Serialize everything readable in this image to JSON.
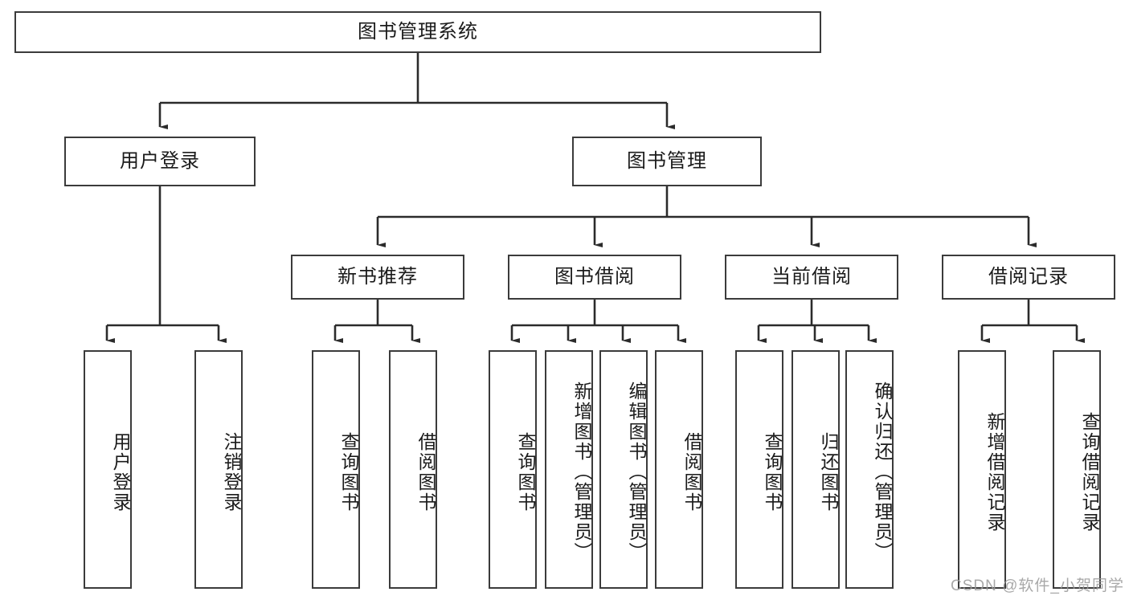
{
  "diagram": {
    "title": "图书管理系统",
    "type": "hierarchy-tree",
    "colors": {
      "box_border": "#3b3b3b",
      "box_fill": "#ffffff",
      "connector": "#2b2b2b",
      "text": "#1b1b1b",
      "watermark": "#9a9a9a"
    },
    "nodes": {
      "root": {
        "label": "图书管理系统",
        "orientation": "horizontal"
      },
      "level2": [
        {
          "id": "user-login",
          "label": "用户登录",
          "orientation": "horizontal"
        },
        {
          "id": "book-management",
          "label": "图书管理",
          "orientation": "horizontal"
        }
      ],
      "level3": [
        {
          "id": "new-book-recommend",
          "label": "新书推荐",
          "orientation": "horizontal"
        },
        {
          "id": "book-borrow",
          "label": "图书借阅",
          "orientation": "horizontal"
        },
        {
          "id": "current-borrow",
          "label": "当前借阅",
          "orientation": "horizontal"
        },
        {
          "id": "borrow-record",
          "label": "借阅记录",
          "orientation": "horizontal"
        }
      ],
      "leaves": [
        {
          "id": "leaf-user-login",
          "label": "用户登录",
          "parent": "user-login",
          "orientation": "vertical"
        },
        {
          "id": "leaf-user-logout",
          "label": "注销登录",
          "parent": "user-login",
          "orientation": "vertical"
        },
        {
          "id": "leaf-query-book-1",
          "label": "查询图书",
          "parent": "new-book-recommend",
          "orientation": "vertical"
        },
        {
          "id": "leaf-borrow-book-1",
          "label": "借阅图书",
          "parent": "new-book-recommend",
          "orientation": "vertical"
        },
        {
          "id": "leaf-query-book-2",
          "label": "查询图书",
          "parent": "book-borrow",
          "orientation": "vertical"
        },
        {
          "id": "leaf-add-book",
          "label": "新增图书（管理员）",
          "parent": "book-borrow",
          "orientation": "vertical"
        },
        {
          "id": "leaf-edit-book",
          "label": "编辑图书（管理员）",
          "parent": "book-borrow",
          "orientation": "vertical"
        },
        {
          "id": "leaf-borrow-book-2",
          "label": "借阅图书",
          "parent": "book-borrow",
          "orientation": "vertical"
        },
        {
          "id": "leaf-query-book-3",
          "label": "查询图书",
          "parent": "current-borrow",
          "orientation": "vertical"
        },
        {
          "id": "leaf-return-book",
          "label": "归还图书",
          "parent": "current-borrow",
          "orientation": "vertical"
        },
        {
          "id": "leaf-confirm-return",
          "label": "确认归还（管理员）",
          "parent": "current-borrow",
          "orientation": "vertical"
        },
        {
          "id": "leaf-add-record",
          "label": "新增借阅记录",
          "parent": "borrow-record",
          "orientation": "vertical"
        },
        {
          "id": "leaf-query-record",
          "label": "查询借阅记录",
          "parent": "borrow-record",
          "orientation": "vertical"
        }
      ]
    },
    "watermark": "CSDN @软件_小贺同学"
  }
}
